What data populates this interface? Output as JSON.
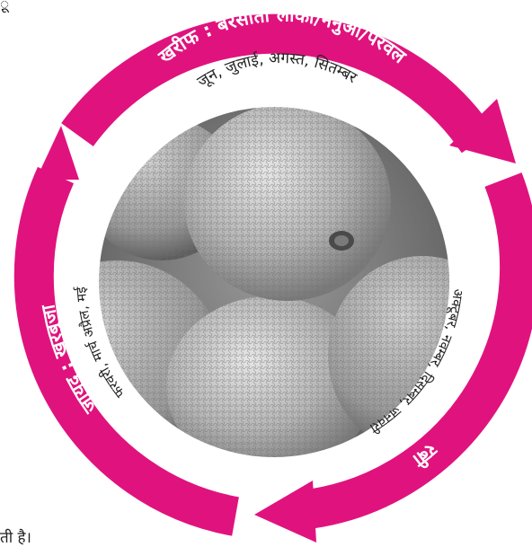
{
  "corner_texts": {
    "top_left": "़ू",
    "bottom_left": "ती है।"
  },
  "arrow_color": "#e0137e",
  "seasons": [
    {
      "title": "खरीफ : बरसाती लौकी/नेनुआ/परवल",
      "months": "जून, जुलाई, अगस्त, सितम्बर"
    },
    {
      "title": "रबी",
      "months": "अक्टूबर, नवम्बर, दिसम्बर, जनवरी"
    },
    {
      "title": "जायद : खरबूजा",
      "months": "फरवरी, मार्च अप्रैल, मई"
    }
  ],
  "photo": {
    "subject": "cantaloupe-melons",
    "tone": "grayscale"
  }
}
